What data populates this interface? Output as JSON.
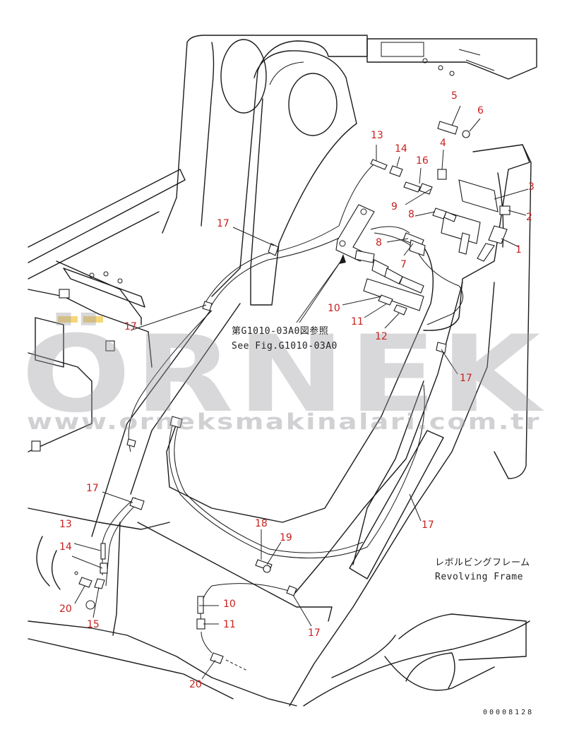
{
  "callouts": {
    "c1": "1",
    "c2": "2",
    "c3": "3",
    "c4": "4",
    "c5": "5",
    "c6": "6",
    "c7": "7",
    "c8a": "8",
    "c8b": "8",
    "c9": "9",
    "c10a": "10",
    "c10b": "10",
    "c11a": "11",
    "c11b": "11",
    "c12": "12",
    "c13a": "13",
    "c13b": "13",
    "c14a": "14",
    "c14b": "14",
    "c15": "15",
    "c16": "16",
    "c17a": "17",
    "c17b": "17",
    "c17c": "17",
    "c17d": "17",
    "c17e": "17",
    "c17f": "17",
    "c18": "18",
    "c19": "19",
    "c20a": "20",
    "c20b": "20"
  },
  "notes": {
    "see_fig_jp": "第G1010-03A0図参照",
    "see_fig_en": "See Fig.G1010-03A0",
    "frame_jp": "レボルビングフレーム",
    "frame_en": "Revolving Frame"
  },
  "watermark": {
    "brand": "ÖRNEK",
    "url": "www.orneksmakinalari.com.tr"
  },
  "drawing_code": "00008128",
  "colors": {
    "callout": "#c8201e",
    "line": "#1a1a1a",
    "watermark": "#9a9aa2"
  }
}
